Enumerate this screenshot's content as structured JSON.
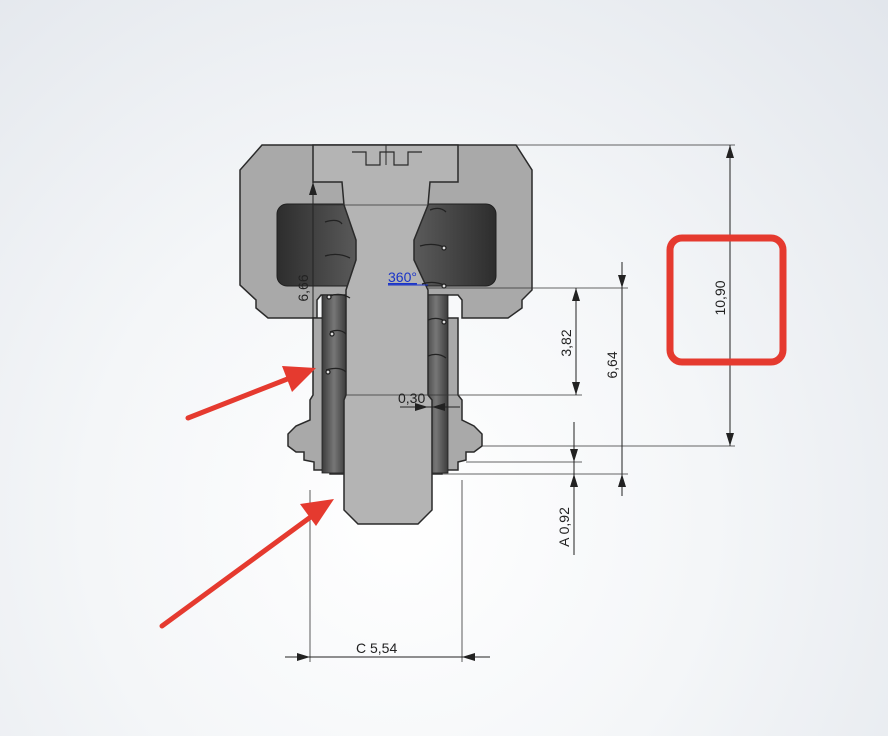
{
  "dimensions": {
    "overall_height": "10,90",
    "upper_travel": "3,82",
    "mid_height": "6,64",
    "pin_gap": "0,30",
    "left_vertical": "6,66",
    "spring_angle": "360°",
    "tip_length": "A 0,92",
    "tip_width": "C 5,54"
  },
  "colors": {
    "part_fill": "#a9a9a9",
    "part_stroke": "#2a2a2a",
    "cavity_dark": "#3a3a3a",
    "annotation_red": "#e53a2f",
    "angle_blue": "#1a34c8"
  },
  "annotations": {
    "arrow_icons": [
      "red-arrow-icon",
      "red-arrow-icon"
    ],
    "highlight": "red-rounded-rectangle"
  }
}
